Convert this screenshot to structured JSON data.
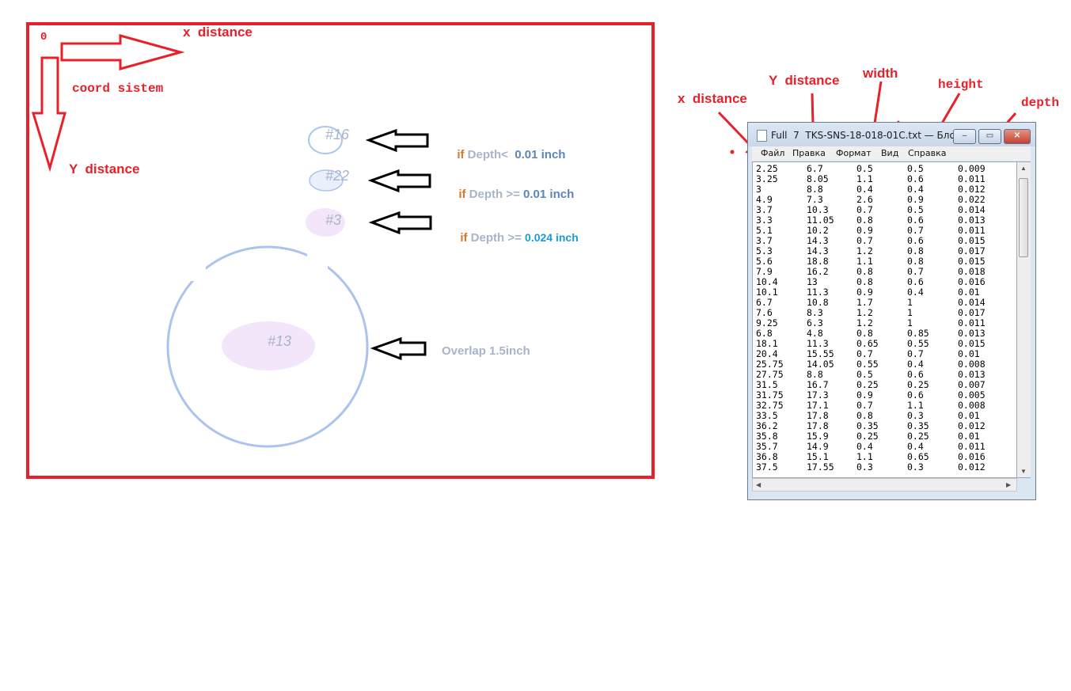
{
  "diagram": {
    "origin_label": "0",
    "x_axis_label": "x  distance",
    "coord_label": "coord sistem",
    "y_axis_label": "Y  distance",
    "samples": [
      {
        "id": "#16"
      },
      {
        "id": "#22"
      },
      {
        "id": "#3"
      },
      {
        "id": "#13"
      }
    ],
    "legend": [
      {
        "if_text": "if",
        "depth_text": " Depth< ",
        "value_text": " 0.01 inch"
      },
      {
        "if_text": "if",
        "depth_text": " Depth >= ",
        "value_text": "0.01 inch"
      },
      {
        "if_text": "if",
        "depth_text": " Depth >= ",
        "value_text": "0.024 inch"
      }
    ],
    "overlap_label": "Overlap 1.5inch",
    "colors": {
      "frame": "#e8202a",
      "circle_stroke": "#a9c4ef",
      "ellipse_pink": "#f3e6fb",
      "ellipse_blue": "#eaf0fb"
    }
  },
  "annotations": {
    "x_distance": "x  distance",
    "y_distance": "Y  distance",
    "width": "width",
    "height": "height",
    "depth": "depth"
  },
  "notepad": {
    "title": "Full  7  TKS-SNS-18-018-01C.txt — Блок...",
    "controls": {
      "minimize": "–",
      "maximize": "▭",
      "close": "✕"
    },
    "menu": [
      "Файл",
      "Правка",
      "Формат",
      "Вид",
      "Справка"
    ],
    "rows": [
      [
        "2.25",
        "6.7",
        "0.5",
        "0.5",
        "0.009"
      ],
      [
        "3.25",
        "8.05",
        "1.1",
        "0.6",
        "0.011"
      ],
      [
        "3",
        "8.8",
        "0.4",
        "0.4",
        "0.012"
      ],
      [
        "4.9",
        "7.3",
        "2.6",
        "0.9",
        "0.022"
      ],
      [
        "3.7",
        "10.3",
        "0.7",
        "0.5",
        "0.014"
      ],
      [
        "3.3",
        "11.05",
        "0.8",
        "0.6",
        "0.013"
      ],
      [
        "5.1",
        "10.2",
        "0.9",
        "0.7",
        "0.011"
      ],
      [
        "3.7",
        "14.3",
        "0.7",
        "0.6",
        "0.015"
      ],
      [
        "5.3",
        "14.3",
        "1.2",
        "0.8",
        "0.017"
      ],
      [
        "5.6",
        "18.8",
        "1.1",
        "0.8",
        "0.015"
      ],
      [
        "7.9",
        "16.2",
        "0.8",
        "0.7",
        "0.018"
      ],
      [
        "10.4",
        "13",
        "0.8",
        "0.6",
        "0.016"
      ],
      [
        "10.1",
        "11.3",
        "0.9",
        "0.4",
        "0.01"
      ],
      [
        "6.7",
        "10.8",
        "1.7",
        "1",
        "0.014"
      ],
      [
        "7.6",
        "8.3",
        "1.2",
        "1",
        "0.017"
      ],
      [
        "9.25",
        "6.3",
        "1.2",
        "1",
        "0.011"
      ],
      [
        "6.8",
        "4.8",
        "0.8",
        "0.85",
        "0.013"
      ],
      [
        "18.1",
        "11.3",
        "0.65",
        "0.55",
        "0.015"
      ],
      [
        "20.4",
        "15.55",
        "0.7",
        "0.7",
        "0.01"
      ],
      [
        "25.75",
        "14.05",
        "0.55",
        "0.4",
        "0.008"
      ],
      [
        "27.75",
        "8.8",
        "0.5",
        "0.6",
        "0.013"
      ],
      [
        "31.5",
        "16.7",
        "0.25",
        "0.25",
        "0.007"
      ],
      [
        "31.75",
        "17.3",
        "0.9",
        "0.6",
        "0.005"
      ],
      [
        "32.75",
        "17.1",
        "0.7",
        "1.1",
        "0.008"
      ],
      [
        "33.5",
        "17.8",
        "0.8",
        "0.3",
        "0.01"
      ],
      [
        "36.2",
        "17.8",
        "0.35",
        "0.35",
        "0.012"
      ],
      [
        "35.8",
        "15.9",
        "0.25",
        "0.25",
        "0.01"
      ],
      [
        "35.7",
        "14.9",
        "0.4",
        "0.4",
        "0.011"
      ],
      [
        "36.8",
        "15.1",
        "1.1",
        "0.65",
        "0.016"
      ],
      [
        "37.5",
        "17.55",
        "0.3",
        "0.3",
        "0.012"
      ]
    ]
  }
}
